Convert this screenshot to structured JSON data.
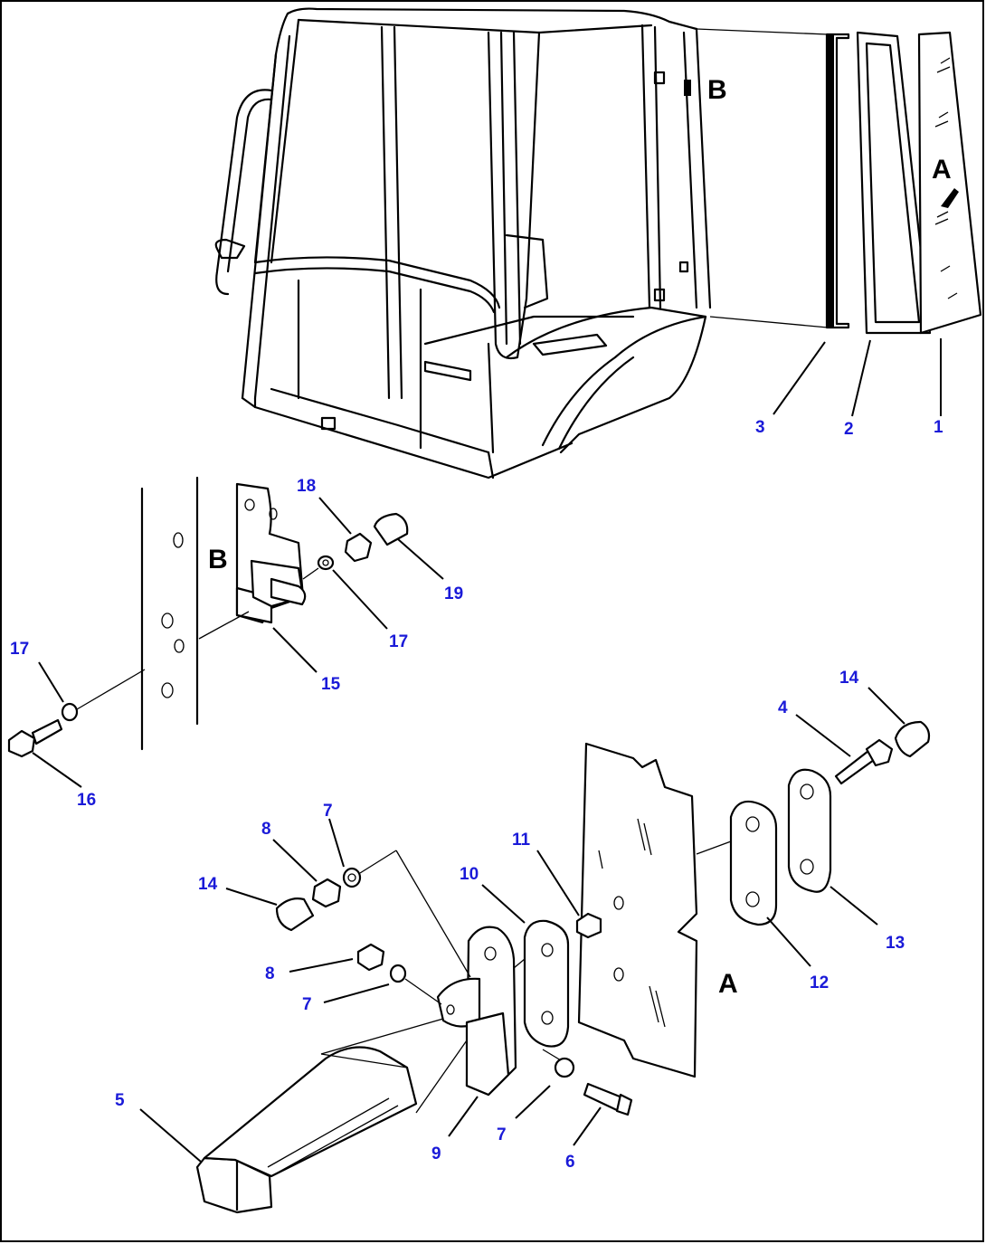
{
  "views": {
    "a_label": "A",
    "b_label": "B"
  },
  "callouts": [
    {
      "id": "c1",
      "text": "1"
    },
    {
      "id": "c2",
      "text": "2"
    },
    {
      "id": "c3",
      "text": "3"
    },
    {
      "id": "c18",
      "text": "18"
    },
    {
      "id": "c19",
      "text": "19"
    },
    {
      "id": "c17a",
      "text": "17"
    },
    {
      "id": "c15",
      "text": "15"
    },
    {
      "id": "c17b",
      "text": "17"
    },
    {
      "id": "c16",
      "text": "16"
    },
    {
      "id": "c14a",
      "text": "14"
    },
    {
      "id": "c4",
      "text": "4"
    },
    {
      "id": "c7a",
      "text": "7"
    },
    {
      "id": "c8a",
      "text": "8"
    },
    {
      "id": "c11",
      "text": "11"
    },
    {
      "id": "c10",
      "text": "10"
    },
    {
      "id": "c14b",
      "text": "14"
    },
    {
      "id": "c13",
      "text": "13"
    },
    {
      "id": "c8b",
      "text": "8"
    },
    {
      "id": "c12",
      "text": "12"
    },
    {
      "id": "c7b",
      "text": "7"
    },
    {
      "id": "c5",
      "text": "5"
    },
    {
      "id": "c9",
      "text": "9"
    },
    {
      "id": "c7c",
      "text": "7"
    },
    {
      "id": "c6",
      "text": "6"
    }
  ]
}
